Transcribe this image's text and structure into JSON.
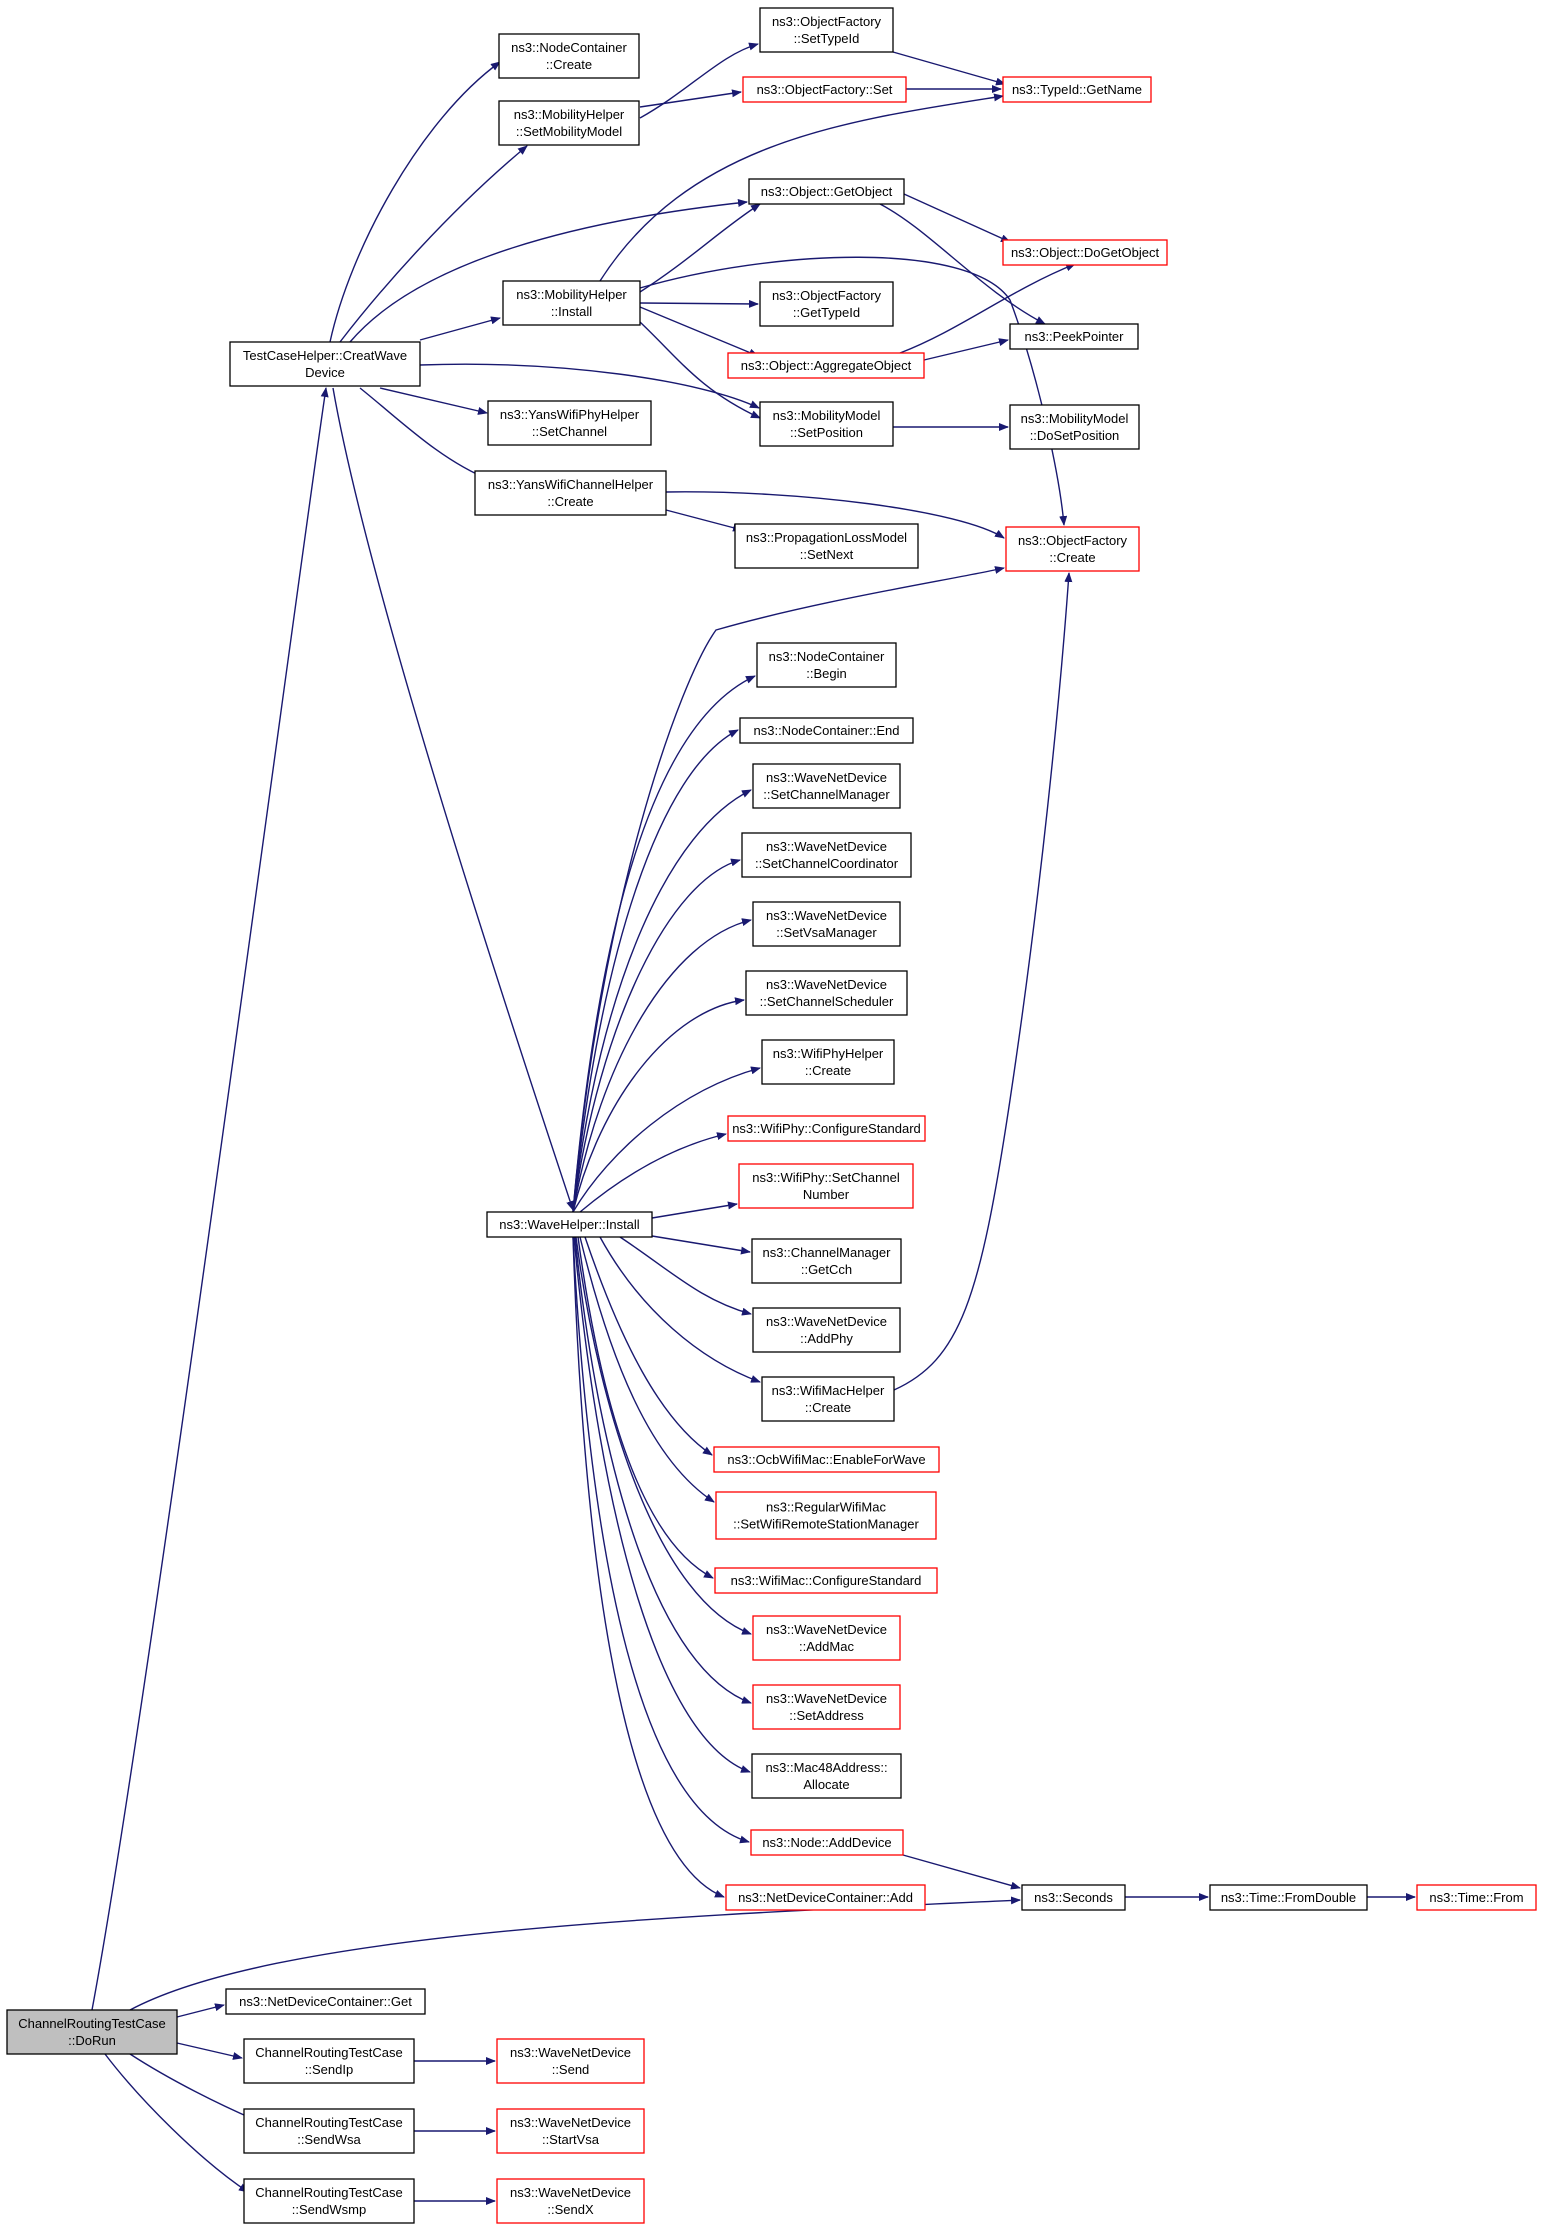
{
  "graph": {
    "colors": {
      "edge": "#191970",
      "node_border": "#000000",
      "truncated_node_border": "#ff0000",
      "root_fill": "#bfbfbf",
      "node_fill": "#ffffff"
    },
    "nodes": [
      {
        "id": "dorun",
        "lines": [
          "ChannelRoutingTestCase",
          "::DoRun"
        ],
        "style": "root"
      },
      {
        "id": "creatwave",
        "lines": [
          "TestCaseHelper::CreatWave",
          "Device"
        ],
        "style": "normal"
      },
      {
        "id": "nc_create",
        "lines": [
          "ns3::NodeContainer",
          "::Create"
        ],
        "style": "normal"
      },
      {
        "id": "mh_setmob",
        "lines": [
          "ns3::MobilityHelper",
          "::SetMobilityModel"
        ],
        "style": "normal"
      },
      {
        "id": "of_settypeid",
        "lines": [
          "ns3::ObjectFactory",
          "::SetTypeId"
        ],
        "style": "normal"
      },
      {
        "id": "of_set",
        "lines": [
          "ns3::ObjectFactory::Set"
        ],
        "style": "truncated"
      },
      {
        "id": "typeid_getname",
        "lines": [
          "ns3::TypeId::GetName"
        ],
        "style": "truncated"
      },
      {
        "id": "obj_getobject",
        "lines": [
          "ns3::Object::GetObject"
        ],
        "style": "normal"
      },
      {
        "id": "obj_dogetobject",
        "lines": [
          "ns3::Object::DoGetObject"
        ],
        "style": "truncated"
      },
      {
        "id": "mh_install",
        "lines": [
          "ns3::MobilityHelper",
          "::Install"
        ],
        "style": "normal"
      },
      {
        "id": "of_gettypeid",
        "lines": [
          "ns3::ObjectFactory",
          "::GetTypeId"
        ],
        "style": "normal"
      },
      {
        "id": "obj_aggregate",
        "lines": [
          "ns3::Object::AggregateObject"
        ],
        "style": "truncated"
      },
      {
        "id": "peekpointer",
        "lines": [
          "ns3::PeekPointer"
        ],
        "style": "normal"
      },
      {
        "id": "yans_phy_setchannel",
        "lines": [
          "ns3::YansWifiPhyHelper",
          "::SetChannel"
        ],
        "style": "normal"
      },
      {
        "id": "mm_setposition",
        "lines": [
          "ns3::MobilityModel",
          "::SetPosition"
        ],
        "style": "normal"
      },
      {
        "id": "mm_dosetposition",
        "lines": [
          "ns3::MobilityModel",
          "::DoSetPosition"
        ],
        "style": "normal"
      },
      {
        "id": "yans_ch_create",
        "lines": [
          "ns3::YansWifiChannelHelper",
          "::Create"
        ],
        "style": "normal"
      },
      {
        "id": "plm_setnext",
        "lines": [
          "ns3::PropagationLossModel",
          "::SetNext"
        ],
        "style": "normal"
      },
      {
        "id": "of_create",
        "lines": [
          "ns3::ObjectFactory",
          "::Create"
        ],
        "style": "truncated"
      },
      {
        "id": "nc_begin",
        "lines": [
          "ns3::NodeContainer",
          "::Begin"
        ],
        "style": "normal"
      },
      {
        "id": "nc_end",
        "lines": [
          "ns3::NodeContainer::End"
        ],
        "style": "normal"
      },
      {
        "id": "wnd_setchmgr",
        "lines": [
          "ns3::WaveNetDevice",
          "::SetChannelManager"
        ],
        "style": "normal"
      },
      {
        "id": "wnd_setchcoord",
        "lines": [
          "ns3::WaveNetDevice",
          "::SetChannelCoordinator"
        ],
        "style": "normal"
      },
      {
        "id": "wnd_setvsa",
        "lines": [
          "ns3::WaveNetDevice",
          "::SetVsaManager"
        ],
        "style": "normal"
      },
      {
        "id": "wnd_setchsched",
        "lines": [
          "ns3::WaveNetDevice",
          "::SetChannelScheduler"
        ],
        "style": "normal"
      },
      {
        "id": "wph_create",
        "lines": [
          "ns3::WifiPhyHelper",
          "::Create"
        ],
        "style": "normal"
      },
      {
        "id": "wphy_configstd",
        "lines": [
          "ns3::WifiPhy::ConfigureStandard"
        ],
        "style": "truncated"
      },
      {
        "id": "wphy_setchnum",
        "lines": [
          "ns3::WifiPhy::SetChannel",
          "Number"
        ],
        "style": "truncated"
      },
      {
        "id": "wavehelper_install",
        "lines": [
          "ns3::WaveHelper::Install"
        ],
        "style": "normal"
      },
      {
        "id": "chmgr_getcch",
        "lines": [
          "ns3::ChannelManager",
          "::GetCch"
        ],
        "style": "normal"
      },
      {
        "id": "wnd_addphy",
        "lines": [
          "ns3::WaveNetDevice",
          "::AddPhy"
        ],
        "style": "normal"
      },
      {
        "id": "wmh_create",
        "lines": [
          "ns3::WifiMacHelper",
          "::Create"
        ],
        "style": "normal"
      },
      {
        "id": "ocb_enablewave",
        "lines": [
          "ns3::OcbWifiMac::EnableForWave"
        ],
        "style": "truncated"
      },
      {
        "id": "rwm_setrsm",
        "lines": [
          "ns3::RegularWifiMac",
          "::SetWifiRemoteStationManager"
        ],
        "style": "truncated"
      },
      {
        "id": "wmac_configstd",
        "lines": [
          "ns3::WifiMac::ConfigureStandard"
        ],
        "style": "truncated"
      },
      {
        "id": "wnd_addmac",
        "lines": [
          "ns3::WaveNetDevice",
          "::AddMac"
        ],
        "style": "truncated"
      },
      {
        "id": "wnd_setaddr",
        "lines": [
          "ns3::WaveNetDevice",
          "::SetAddress"
        ],
        "style": "truncated"
      },
      {
        "id": "mac48_alloc",
        "lines": [
          "ns3::Mac48Address::",
          "Allocate"
        ],
        "style": "normal"
      },
      {
        "id": "node_adddevice",
        "lines": [
          "ns3::Node::AddDevice"
        ],
        "style": "truncated"
      },
      {
        "id": "ndc_add",
        "lines": [
          "ns3::NetDeviceContainer::Add"
        ],
        "style": "truncated"
      },
      {
        "id": "seconds",
        "lines": [
          "ns3::Seconds"
        ],
        "style": "normal"
      },
      {
        "id": "time_fromdouble",
        "lines": [
          "ns3::Time::FromDouble"
        ],
        "style": "normal"
      },
      {
        "id": "time_from",
        "lines": [
          "ns3::Time::From"
        ],
        "style": "truncated"
      },
      {
        "id": "ndc_get",
        "lines": [
          "ns3::NetDeviceContainer::Get"
        ],
        "style": "normal"
      },
      {
        "id": "crt_sendip",
        "lines": [
          "ChannelRoutingTestCase",
          "::SendIp"
        ],
        "style": "normal"
      },
      {
        "id": "wnd_send",
        "lines": [
          "ns3::WaveNetDevice",
          "::Send"
        ],
        "style": "truncated"
      },
      {
        "id": "crt_sendwsa",
        "lines": [
          "ChannelRoutingTestCase",
          "::SendWsa"
        ],
        "style": "normal"
      },
      {
        "id": "wnd_startvsa",
        "lines": [
          "ns3::WaveNetDevice",
          "::StartVsa"
        ],
        "style": "truncated"
      },
      {
        "id": "crt_sendwsmp",
        "lines": [
          "ChannelRoutingTestCase",
          "::SendWsmp"
        ],
        "style": "normal"
      },
      {
        "id": "wnd_sendx",
        "lines": [
          "ns3::WaveNetDevice",
          "::SendX"
        ],
        "style": "truncated"
      }
    ],
    "edges": [
      [
        "dorun",
        "creatwave"
      ],
      [
        "dorun",
        "seconds"
      ],
      [
        "dorun",
        "ndc_get"
      ],
      [
        "dorun",
        "crt_sendip"
      ],
      [
        "dorun",
        "crt_sendwsa"
      ],
      [
        "dorun",
        "crt_sendwsmp"
      ],
      [
        "creatwave",
        "nc_create"
      ],
      [
        "creatwave",
        "mh_setmob"
      ],
      [
        "creatwave",
        "obj_getobject"
      ],
      [
        "creatwave",
        "mh_install"
      ],
      [
        "creatwave",
        "yans_phy_setchannel"
      ],
      [
        "creatwave",
        "mm_setposition"
      ],
      [
        "creatwave",
        "yans_ch_create"
      ],
      [
        "creatwave",
        "wavehelper_install"
      ],
      [
        "mh_setmob",
        "of_settypeid"
      ],
      [
        "mh_setmob",
        "of_set"
      ],
      [
        "of_settypeid",
        "typeid_getname"
      ],
      [
        "of_set",
        "typeid_getname"
      ],
      [
        "obj_getobject",
        "obj_dogetobject"
      ],
      [
        "obj_getobject",
        "peekpointer"
      ],
      [
        "mh_install",
        "typeid_getname"
      ],
      [
        "mh_install",
        "obj_getobject"
      ],
      [
        "mh_install",
        "of_create"
      ],
      [
        "mh_install",
        "of_gettypeid"
      ],
      [
        "mh_install",
        "obj_aggregate"
      ],
      [
        "mh_install",
        "mm_setposition"
      ],
      [
        "obj_aggregate",
        "obj_dogetobject"
      ],
      [
        "obj_aggregate",
        "peekpointer"
      ],
      [
        "mm_setposition",
        "mm_dosetposition"
      ],
      [
        "yans_ch_create",
        "of_create"
      ],
      [
        "yans_ch_create",
        "plm_setnext"
      ],
      [
        "wavehelper_install",
        "of_create"
      ],
      [
        "wavehelper_install",
        "nc_begin"
      ],
      [
        "wavehelper_install",
        "nc_end"
      ],
      [
        "wavehelper_install",
        "wnd_setchmgr"
      ],
      [
        "wavehelper_install",
        "wnd_setchcoord"
      ],
      [
        "wavehelper_install",
        "wnd_setvsa"
      ],
      [
        "wavehelper_install",
        "wnd_setchsched"
      ],
      [
        "wavehelper_install",
        "wph_create"
      ],
      [
        "wavehelper_install",
        "wphy_configstd"
      ],
      [
        "wavehelper_install",
        "wphy_setchnum"
      ],
      [
        "wavehelper_install",
        "chmgr_getcch"
      ],
      [
        "wavehelper_install",
        "wnd_addphy"
      ],
      [
        "wavehelper_install",
        "wmh_create"
      ],
      [
        "wavehelper_install",
        "ocb_enablewave"
      ],
      [
        "wavehelper_install",
        "rwm_setrsm"
      ],
      [
        "wavehelper_install",
        "wmac_configstd"
      ],
      [
        "wavehelper_install",
        "wnd_addmac"
      ],
      [
        "wavehelper_install",
        "wnd_setaddr"
      ],
      [
        "wavehelper_install",
        "mac48_alloc"
      ],
      [
        "wavehelper_install",
        "node_adddevice"
      ],
      [
        "wavehelper_install",
        "ndc_add"
      ],
      [
        "wmh_create",
        "of_create"
      ],
      [
        "node_adddevice",
        "seconds"
      ],
      [
        "seconds",
        "time_fromdouble"
      ],
      [
        "time_fromdouble",
        "time_from"
      ],
      [
        "crt_sendip",
        "wnd_send"
      ],
      [
        "crt_sendwsa",
        "wnd_startvsa"
      ],
      [
        "crt_sendwsmp",
        "wnd_sendx"
      ]
    ]
  }
}
